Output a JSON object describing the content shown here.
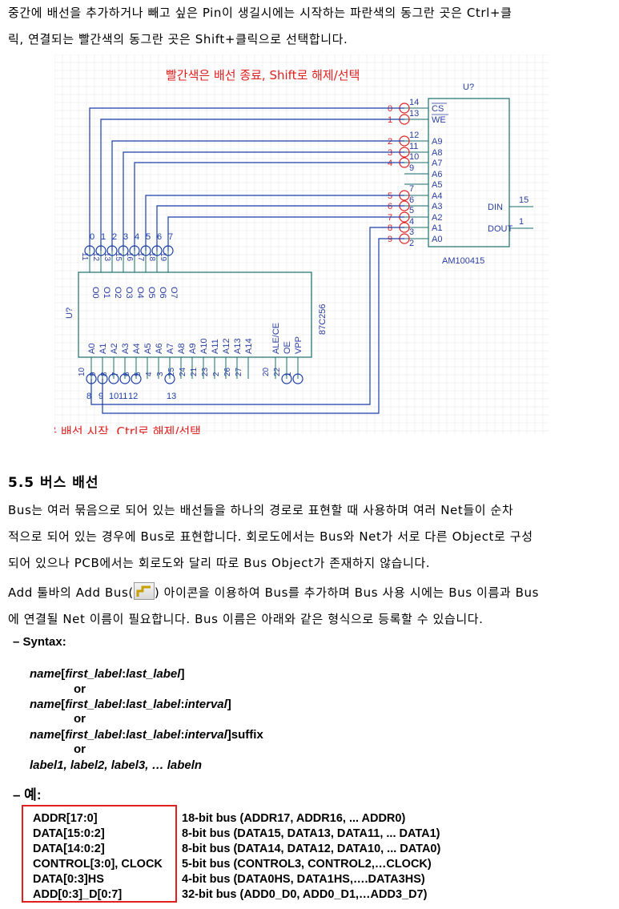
{
  "intro": {
    "line1": "중간에 배선을 추가하거나 빼고 싶은 Pin이 생길시에는 시작하는 파란색의 동그란 곳은 Ctrl+클",
    "line2": "릭, 연결되는 빨간색의 동그란 곳은 Shift+클릭으로 선택합니다."
  },
  "schematic": {
    "red_note": "빨간색은 배선 종료, Shift로 해제/선택",
    "blue_note": "파랜색은 배선 시작, Ctrl로 해제/선택",
    "chip_right": {
      "ref": "U?",
      "name": "AM100415",
      "pins_left": [
        "CS",
        "WE",
        "A9",
        "A8",
        "A7",
        "A6",
        "A5",
        "A4",
        "A3",
        "A2",
        "A1",
        "A0"
      ],
      "pin_nums_left": [
        "14",
        "13",
        "12",
        "11",
        "10",
        "9",
        "7",
        "6",
        "5",
        "4",
        "3",
        "2"
      ],
      "wire_labels": [
        "0",
        "1",
        "2",
        "3",
        "4",
        "5",
        "6",
        "7",
        "8",
        "9"
      ],
      "pins_right": [
        "DIN",
        "DOUT"
      ],
      "pin_nums_right": [
        "15",
        "1"
      ]
    },
    "chip_left": {
      "ref": "U?",
      "name": "87C256",
      "top_pins": [
        "O0",
        "O1",
        "O2",
        "O3",
        "O4",
        "O5",
        "O6",
        "O7"
      ],
      "top_pin_nums": [
        "11",
        "12",
        "13",
        "15",
        "16",
        "17",
        "18",
        "19"
      ],
      "top_wire_labels": [
        "0",
        "1",
        "2",
        "3",
        "4",
        "5",
        "6",
        "7"
      ],
      "bottom_pins": [
        "A0",
        "A1",
        "A2",
        "A3",
        "A4",
        "A5",
        "A6",
        "A7",
        "A8",
        "A9",
        "A10",
        "A11",
        "A12",
        "A13",
        "A14",
        "ALE/CE",
        "OE",
        "VPP"
      ],
      "bottom_pin_nums": [
        "10",
        "9",
        "8",
        "7",
        "6",
        "5",
        "4",
        "3",
        "25",
        "24",
        "21",
        "23",
        "2",
        "26",
        "27",
        "20",
        "22",
        "1"
      ],
      "bottom_wire_labels": [
        "8",
        "9",
        "10",
        "11",
        "12",
        "13"
      ]
    }
  },
  "section": {
    "title": "5.5 버스 배선",
    "p1": "Bus는 여러 묶음으로 되어 있는 배선들을 하나의 경로로 표현할 때 사용하며 여러 Net들이 순차",
    "p2": "적으로 되어 있는 경우에 Bus로 표현합니다. 회로도에서는 Bus와 Net가 서로 다른 Object로 구성",
    "p3": "되어 있으나 PCB에서는 회로도와 달리 따로 Bus Object가 존재하지 않습니다.",
    "p4a": "Add 툴바의 Add Bus(",
    "p4b": ") 아이콘을 이용하여 Bus를 추가하며 Bus 사용 시에는 Bus 이름과 Bus",
    "p5": "에 연결될 Net 이름이 필요합니다. Bus 이름은 아래와 같은 형식으로 등록할 수 있습니다."
  },
  "syntax": {
    "title": "– Syntax:",
    "or": "or",
    "f1": {
      "a": "name",
      "b": "[",
      "c": "first_label",
      ":": ":",
      "d": "last_label",
      "e": "]"
    },
    "f2": {
      "a": "name",
      "b": "[",
      "c": "first_label",
      "d": "last_label",
      "f": "interval",
      "e": "]"
    },
    "f3": {
      "a": "name",
      "b": "[",
      "c": "first_label",
      "d": "last_label",
      "f": "interval",
      "e": "]",
      "g": "suffix"
    },
    "f4": "label1, label2, label3, … labeln"
  },
  "examples": {
    "title": "– 예:",
    "rows": [
      {
        "name": "ADDR[17:0]",
        "desc": "18-bit bus (ADDR17, ADDR16, ... ADDR0)"
      },
      {
        "name": "DATA[15:0:2]",
        "desc": "8-bit bus (DATA15, DATA13, DATA11, ... DATA1)"
      },
      {
        "name": "DATA[14:0:2]",
        "desc": "8-bit bus (DATA14, DATA12, DATA10, ... DATA0)"
      },
      {
        "name": "CONTROL[3:0], CLOCK",
        "desc": "5-bit bus (CONTROL3, CONTROL2,…CLOCK)"
      },
      {
        "name": "DATA[0:3]HS",
        "desc": "4-bit bus (DATA0HS, DATA1HS,….DATA3HS)"
      },
      {
        "name": "ADD[0:3]_D[0:7]",
        "desc": "32-bit bus (ADD0_D0, ADD0_D1,…ADD3_D7)"
      }
    ]
  },
  "colors": {
    "wire": "#1a3ea8",
    "pin": "#e02020",
    "chip": "#1a6e6e",
    "grid": "#e6e6e6",
    "text_chip": "#2a3fa0"
  }
}
